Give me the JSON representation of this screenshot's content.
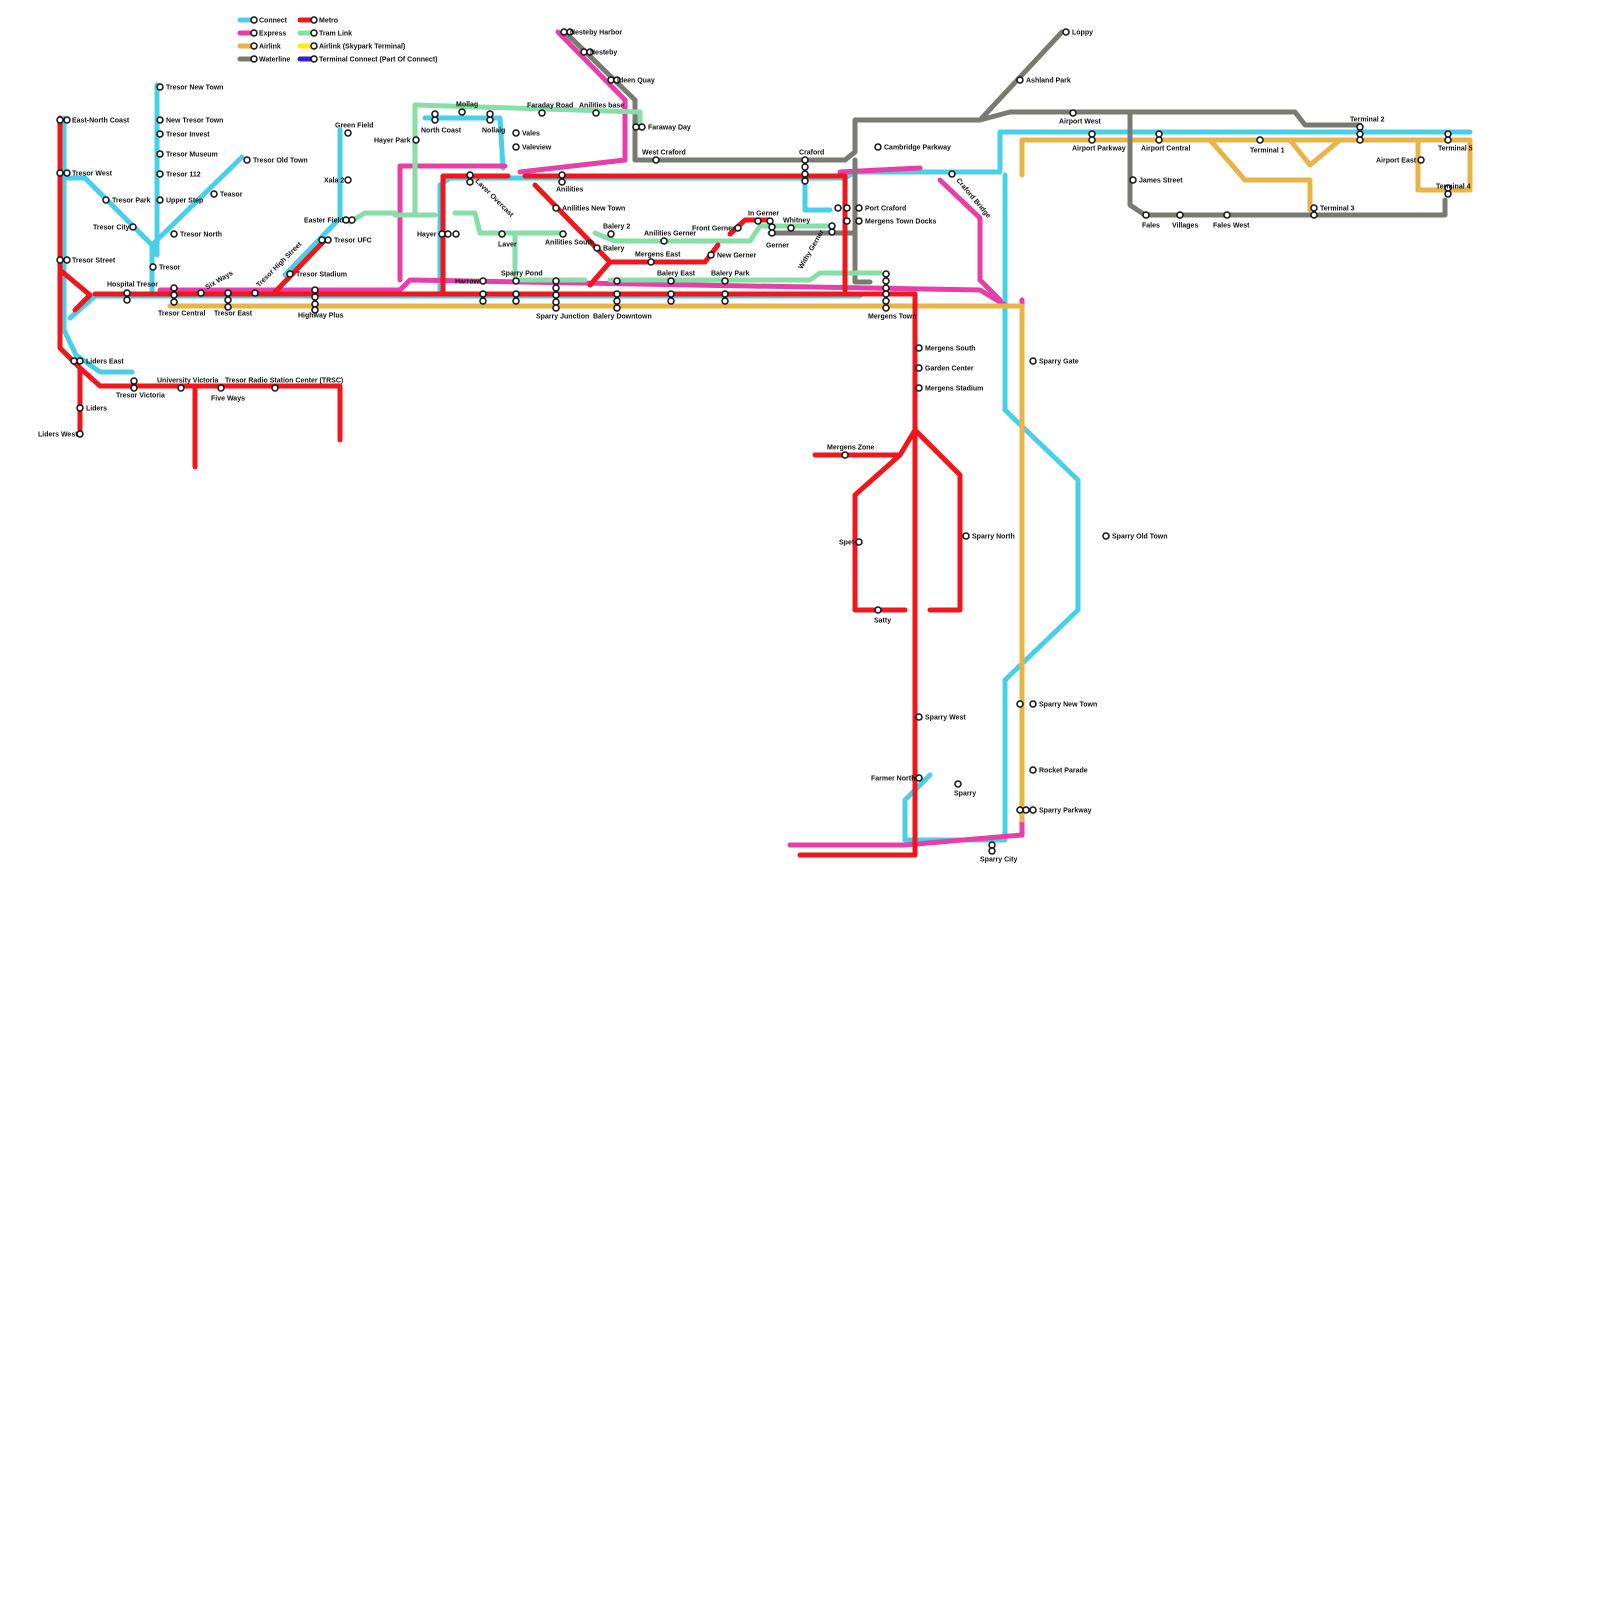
{
  "colors": {
    "connect": "#4acfe8",
    "express": "#e83ea8",
    "airlink": "#e9b446",
    "waterline": "#7a7a72",
    "metro": "#f0161b",
    "tramlink": "#86dfa6",
    "skypark": "#ffee00",
    "terminal_connect": "#3a1bd8"
  },
  "legend": [
    {
      "key": "connect",
      "label": "Connect"
    },
    {
      "key": "express",
      "label": "Express"
    },
    {
      "key": "airlink",
      "label": "Airlink"
    },
    {
      "key": "waterline",
      "label": "Waterline"
    },
    {
      "key": "metro",
      "label": "Metro"
    },
    {
      "key": "tramlink",
      "label": "Tram Link"
    },
    {
      "key": "skypark",
      "label": "Airlink (Skypark Terminal)"
    },
    {
      "key": "terminal_connect",
      "label": "Terminal Connect (Part Of Connect)"
    }
  ],
  "stations": [
    "East-North Coast",
    "Tresor West",
    "Tresor Street",
    "Hospital Tresor",
    "Tresor Central",
    "Tresor East",
    "Six Ways",
    "Tresor High Street",
    "Tresor Stadium",
    "Tresor UFC",
    "Highway Plus",
    "Tresor New Town",
    "New Tresor Town",
    "Tresor Invest",
    "Tresor Museum",
    "Tresor 112",
    "Upper Step",
    "Tresor Park",
    "Tresor City",
    "Tresor North",
    "Tresor",
    "Teasor",
    "Tresor Old Town",
    "Liders East",
    "Liders",
    "Liders West",
    "Tresor Victoria",
    "University Victoria",
    "Five Ways",
    "Tresor Radio Station Center (TRSC)",
    "Green Field",
    "Xala 2",
    "Easter Field",
    "Hayer Park",
    "Mollag",
    "North Coast",
    "Nollaig",
    "Vales",
    "Valeview",
    "Faraday Road",
    "Anilities base",
    "Hayer",
    "Laver Overcast",
    "Laver",
    "Harrow",
    "Sparry Pond",
    "Anilities",
    "Anilities New Town",
    "Anilities South",
    "Sparry Junction",
    "Balery",
    "Balery 2",
    "Balery Downtown",
    "Anilities Gerner",
    "Mergens East",
    "Balery East",
    "New Gerner",
    "Balery Park",
    "Front Gerner",
    "In Gerner",
    "Gerner",
    "Whitney",
    "Withy Gerner",
    "Nesteby Harbor",
    "Nesteby",
    "Ideen Quay",
    "Faraway Day",
    "West Craford",
    "Craford",
    "Cambridge Parkway",
    "Port Craford",
    "Mergens Town Docks",
    "Mergens Town",
    "Craford Bridge",
    "Mergens South",
    "Garden Center",
    "Mergens Stadium",
    "Mergens Zone",
    "Spet",
    "Satty",
    "Sparry North",
    "Sparry West",
    "Farmer North",
    "Sparry",
    "Sparry City",
    "Sparry Gate",
    "Sparry Old Town",
    "Sparry New Town",
    "Rocket Parade",
    "Sparry Parkway",
    "Loppy",
    "Ashland Park",
    "Airport West",
    "Airport Parkway",
    "Airport Central",
    "James Street",
    "Fales",
    "Villages",
    "Fales West",
    "Terminal 1",
    "Terminal 2",
    "Terminal 3",
    "Terminal 5",
    "Airport East",
    "Terminal 4"
  ]
}
